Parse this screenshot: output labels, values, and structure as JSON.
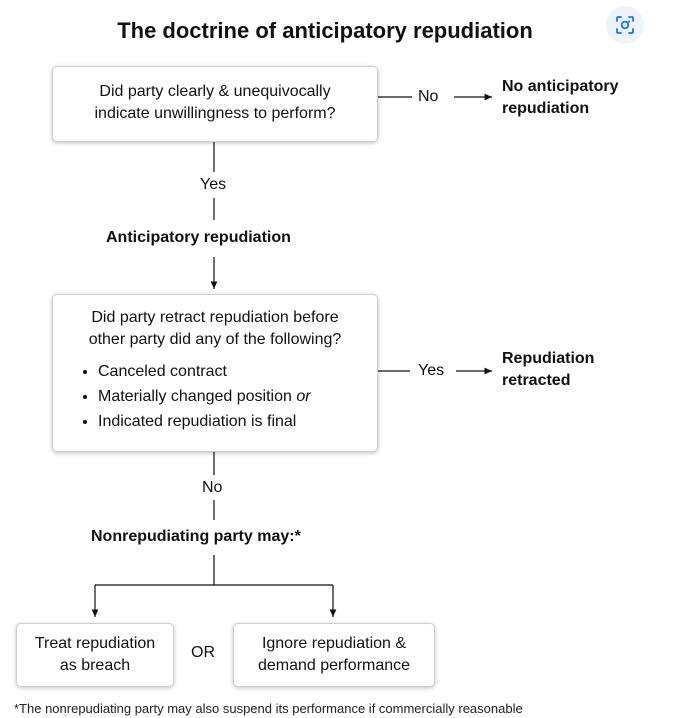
{
  "title": "The doctrine of anticipatory repudiation",
  "lens_icon": "lens-icon",
  "q1": {
    "line1": "Did party clearly & unequivocally",
    "line2": "indicate unwillingness to perform?"
  },
  "no1_label": "No",
  "no_result": {
    "line1": "No anticipatory",
    "line2": "repudiation"
  },
  "yes1_label": "Yes",
  "anticipatory": "Anticipatory repudiation",
  "q2": {
    "line1": "Did party retract repudiation before",
    "line2": "other party did any of the following?",
    "bullets": [
      "Canceled contract",
      "Materially changed position",
      "Indicated repudiation is final"
    ],
    "bullet2_suffix": "or"
  },
  "yes2_label": "Yes",
  "retracted": {
    "line1": "Repudiation",
    "line2": "retracted"
  },
  "no2_label": "No",
  "nonrep": "Nonrepudiating party may:*",
  "opt1": {
    "line1": "Treat repudiation",
    "line2": "as breach"
  },
  "or_label": "OR",
  "opt2": {
    "line1": "Ignore repudiation &",
    "line2": "demand performance"
  },
  "footnote": "*The nonrepudiating party may also suspend its performance if commercially reasonable"
}
